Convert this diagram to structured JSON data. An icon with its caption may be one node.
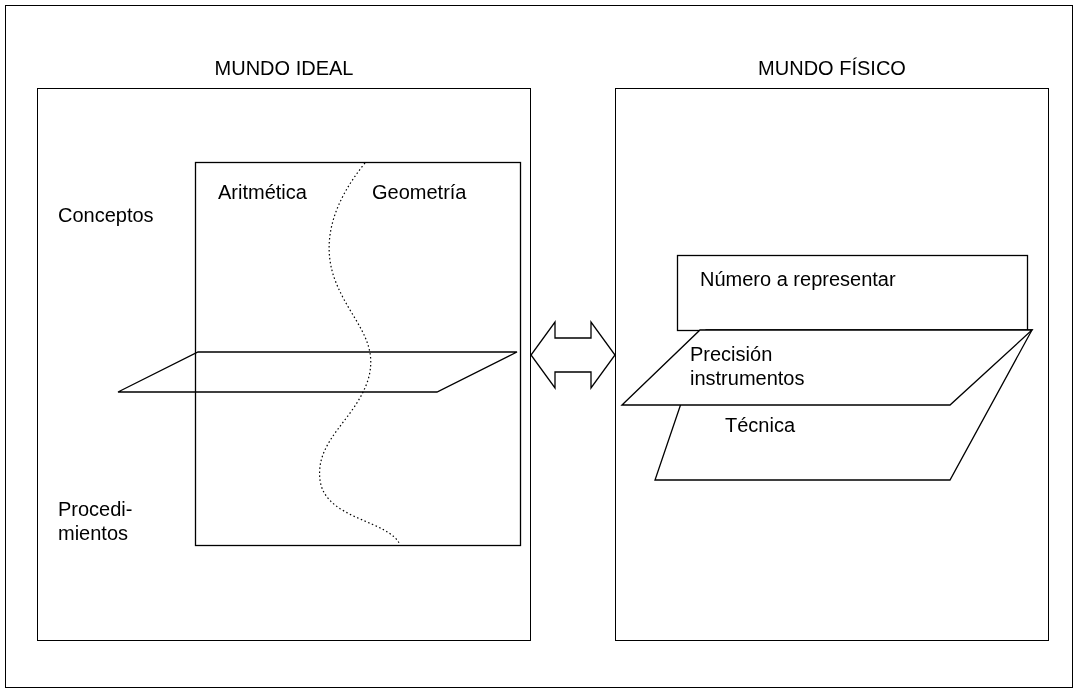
{
  "diagram": {
    "nodes": [
      {
        "text": [
          "MUNDO IDEAL"
        ]
      },
      {
        "text": [
          "Aritmética",
          "Geometría"
        ],
        "in": 0
      },
      {
        "text": [],
        "shape": "parallelogram",
        "in": 0
      },
      {
        "text": [
          "MUNDO FÍSICO"
        ]
      },
      {
        "text": [
          "Número a representar"
        ],
        "in": 3
      },
      {
        "text": [
          "Precisión instrumentos"
        ],
        "in": 3
      },
      {
        "text": [
          "Técnica"
        ],
        "in": 3
      }
    ],
    "edges": [
      {
        "from": 0,
        "to": 3,
        "arrow": "both"
      }
    ],
    "labels": [
      "Conceptos",
      "Procedi- mientos"
    ]
  }
}
